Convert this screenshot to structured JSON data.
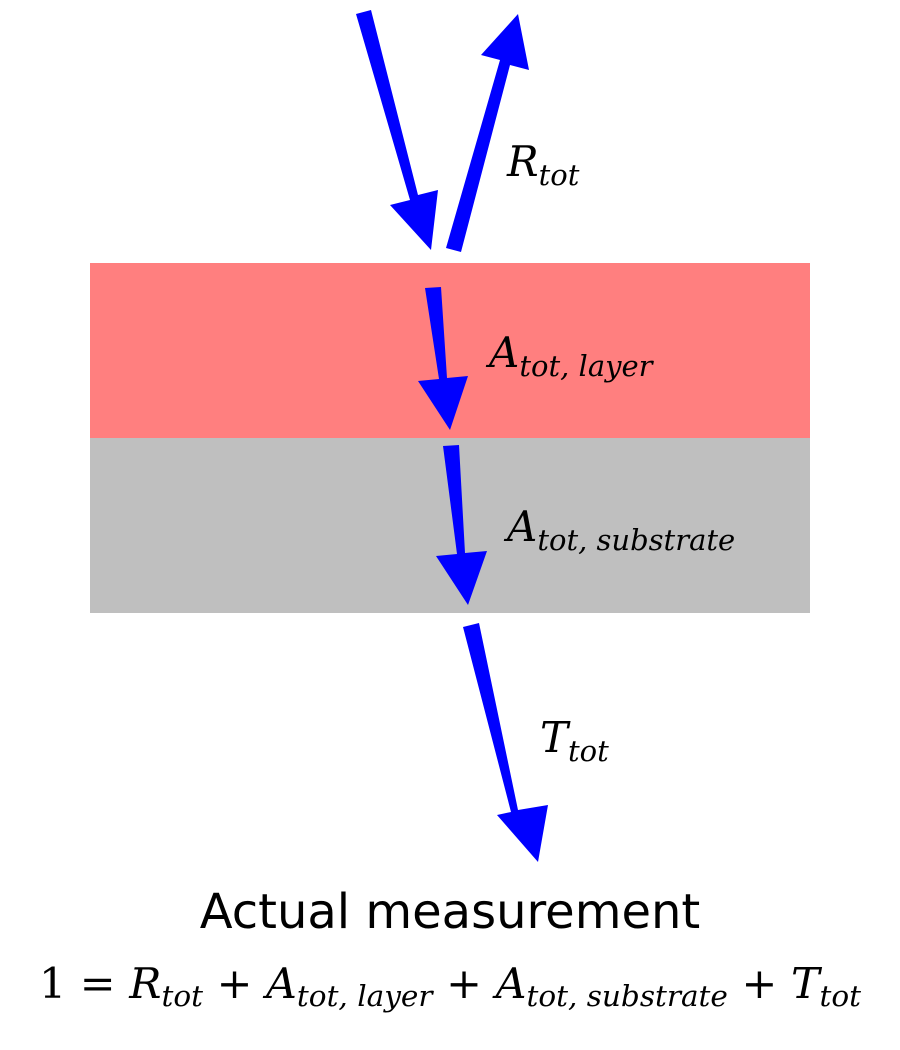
{
  "caption": "Actual measurement",
  "labels": {
    "reflection": {
      "base": "R",
      "sub": "tot"
    },
    "layer_absorption": {
      "base": "A",
      "sub": "tot, layer"
    },
    "substrate_absorption": {
      "base": "A",
      "sub": "tot, substrate"
    },
    "transmission": {
      "base": "T",
      "sub": "tot"
    }
  },
  "equation": {
    "lhs": "1",
    "equals": "=",
    "plus": "+",
    "terms": [
      {
        "base": "R",
        "sub": "tot"
      },
      {
        "base": "A",
        "sub": "tot, layer"
      },
      {
        "base": "A",
        "sub": "tot, substrate"
      },
      {
        "base": "T",
        "sub": "tot"
      }
    ]
  },
  "colors": {
    "arrow": "#0000ff",
    "layer": "#ff7f7f",
    "substrate": "#bfbfbf"
  }
}
